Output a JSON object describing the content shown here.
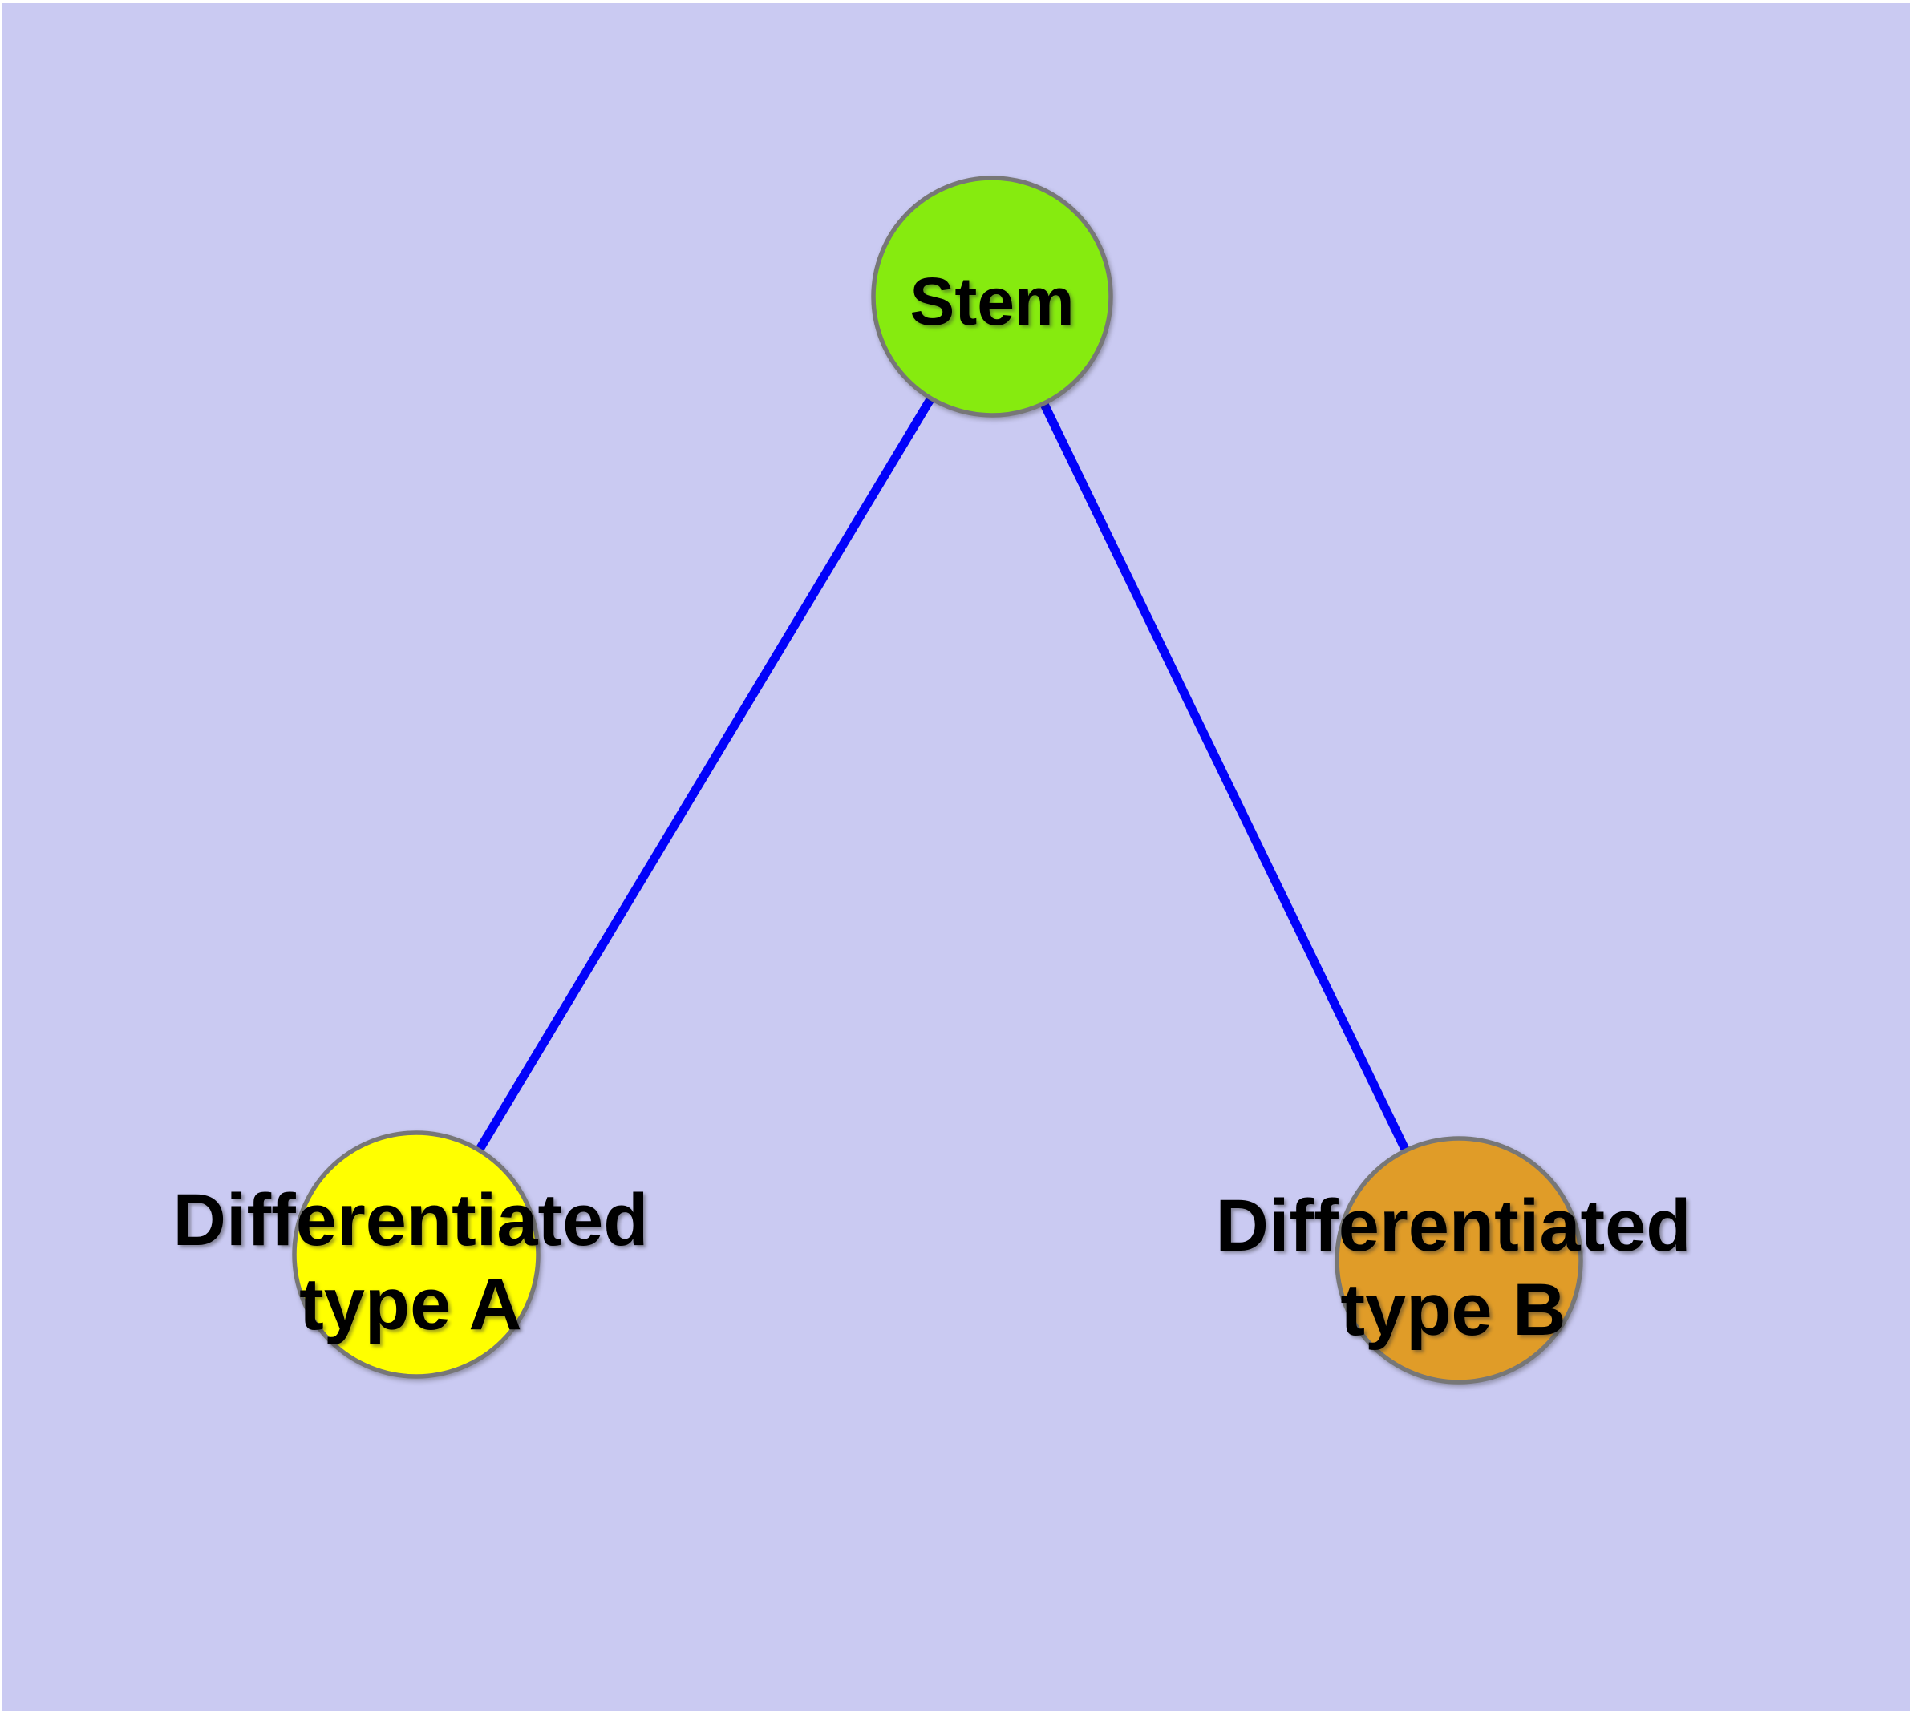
{
  "graph": {
    "background_color": "#CACAF2",
    "frame_color": "#FFFFFF",
    "edge_color": "#0202FA",
    "node_border_color": "#777777",
    "text_color": "#000000",
    "nodes": {
      "stem": {
        "label": "Stem",
        "fill_color": "#86EB0F"
      },
      "type_a": {
        "label_line1": "Differentiated",
        "label_line2": "type A",
        "label_full": "Differentiated type A",
        "fill_color": "#FFFF00"
      },
      "type_b": {
        "label_line1": "Differentiated",
        "label_line2": "type B",
        "label_full": "Differentiated type B",
        "fill_color": "#E09C28"
      }
    },
    "edges": [
      {
        "from": "Stem",
        "to": "Differentiated type A"
      },
      {
        "from": "Stem",
        "to": "Differentiated type B"
      }
    ]
  }
}
